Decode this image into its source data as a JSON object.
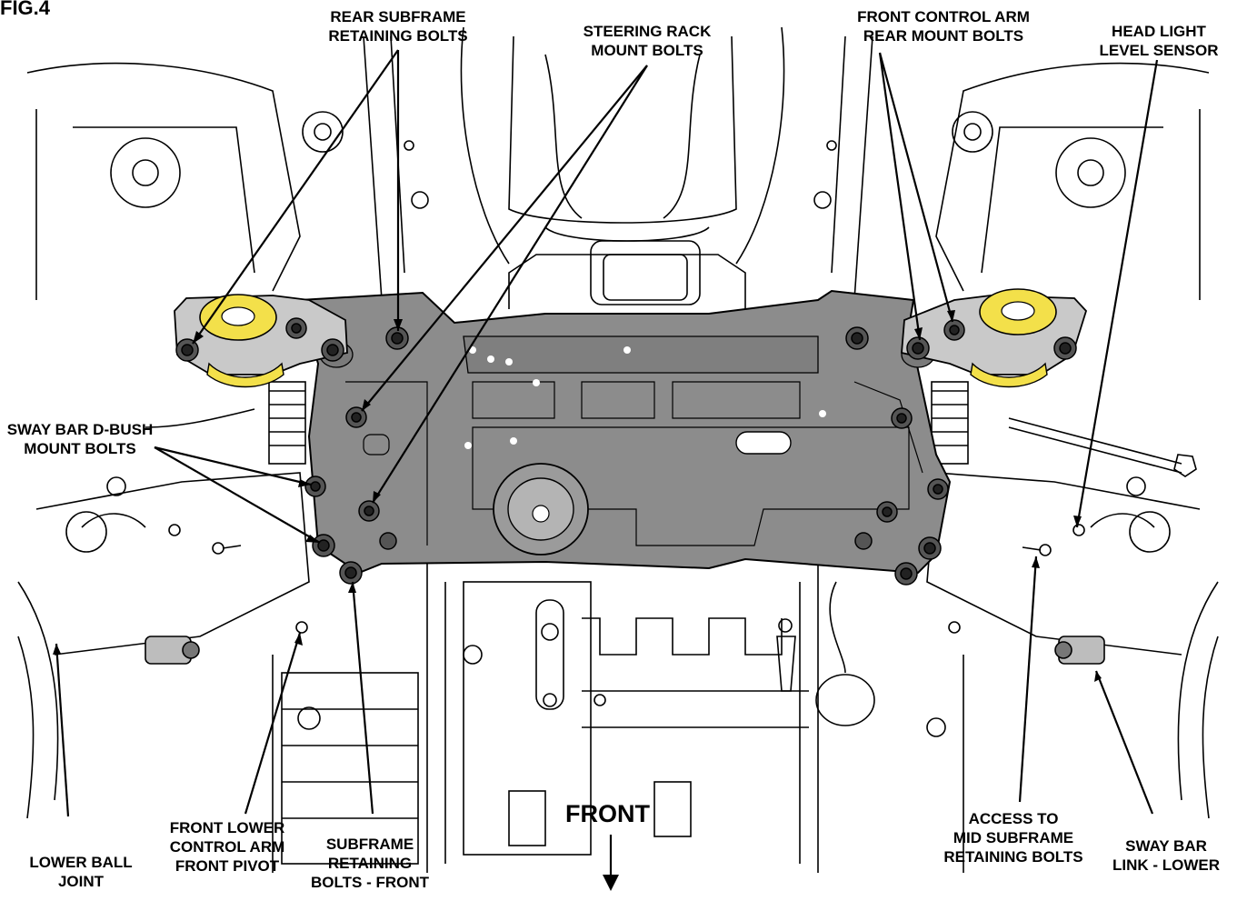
{
  "figure_id": "FIG.4",
  "direction_label": "FRONT",
  "colors": {
    "line": "#000000",
    "subframe": "#8c8c8c",
    "subframe_dark": "#6e6e6e",
    "bushing": "#f3e04a",
    "arm": "#c9c9c9"
  },
  "labels": {
    "rear_subframe_bolts": [
      "REAR SUBFRAME",
      "RETAINING BOLTS"
    ],
    "steering_rack_bolts": [
      "STEERING RACK",
      "MOUNT BOLTS"
    ],
    "front_control_arm_rear": [
      "FRONT CONTROL ARM",
      "REAR MOUNT BOLTS"
    ],
    "head_light_sensor": [
      "HEAD LIGHT",
      "LEVEL SENSOR"
    ],
    "sway_bar_dbush": [
      "SWAY BAR D-BUSH",
      "MOUNT BOLTS"
    ],
    "lower_ball_joint": [
      "LOWER BALL",
      "JOINT"
    ],
    "front_lower_control_arm": [
      "FRONT LOWER",
      "CONTROL ARM",
      "FRONT PIVOT"
    ],
    "subframe_bolts_front": [
      "SUBFRAME",
      "RETAINING",
      "BOLTS - FRONT"
    ],
    "access_mid_subframe": [
      "ACCESS TO",
      "MID SUBFRAME",
      "RETAINING BOLTS"
    ],
    "sway_bar_link": [
      "SWAY BAR",
      "LINK - LOWER"
    ]
  }
}
